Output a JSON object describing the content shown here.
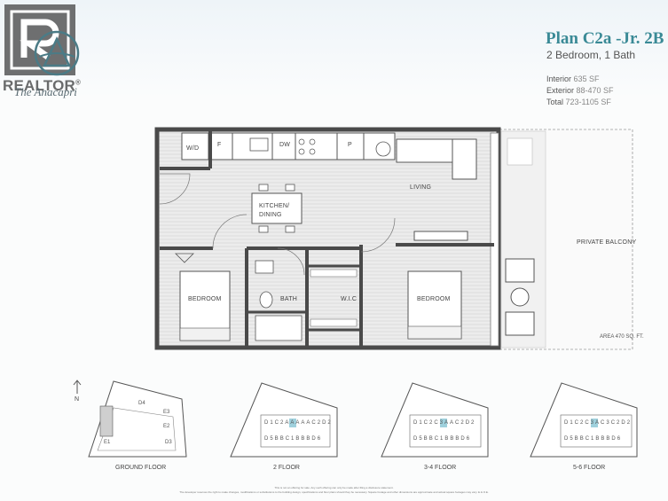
{
  "branding": {
    "realtor": "REALTOR",
    "realtor_mark": "®",
    "project_name": "The Anacapri"
  },
  "plan": {
    "title": "Plan C2a -Jr. 2B",
    "subtitle": "2 Bedroom, 1 Bath",
    "specs": [
      {
        "label": "Interior",
        "value": "635 SF"
      },
      {
        "label": "Exterior",
        "value": "88-470 SF"
      },
      {
        "label": "Total",
        "value": "723-1105 SF"
      }
    ]
  },
  "rooms": {
    "wd": "W/D",
    "fridge": "F",
    "dishwasher": "DW",
    "pantry": "P",
    "kitchen": "KITCHEN/\nDINING",
    "living": "LIVING",
    "bedroom1": "BEDROOM",
    "bath": "BATH",
    "wic": "W.I.C",
    "bedroom2": "BEDROOM",
    "balcony": "PRIVATE BALCONY",
    "balcony_area": "AREA 470 SQ. FT."
  },
  "keyplans": {
    "north": "N",
    "floors": [
      "GROUND FLOOR",
      "2 FLOOR",
      "3-4 FLOOR",
      "5-6 FLOOR"
    ],
    "ground_units": [
      "D4",
      "E3",
      "E1",
      "D3",
      "E2"
    ],
    "floor2_top": [
      "D1",
      "C2",
      "A",
      "A",
      "A",
      "A",
      "A",
      "C2",
      "D2"
    ],
    "floor2_bottom": [
      "D5",
      "B",
      "B",
      "C1",
      "B",
      "B",
      "B",
      "D6"
    ],
    "floor34_top": [
      "D1",
      "C2",
      "C3",
      "A",
      "A",
      "C2",
      "D2"
    ],
    "floor34_bottom": [
      "D5",
      "B",
      "B",
      "C1",
      "B",
      "B",
      "B",
      "D6"
    ],
    "floor56_top": [
      "D1",
      "C2",
      "C3",
      "A",
      "C3",
      "C2",
      "D2"
    ],
    "floor56_bottom": [
      "D5",
      "B",
      "B",
      "C1",
      "B",
      "B",
      "B",
      "D6"
    ]
  },
  "disclaimer": [
    "This is not an offering for sale. Any such offering can only be made after filing a disclosure statement.",
    "The developer reserves the right to make changes, modifications or substitutions to the building design, specifications and floor plans should they be necessary. Square footage and other dimensions are approximate and actual square footages may vary. E.& O.E."
  ],
  "colors": {
    "accent": "#3a8a96",
    "wall": "#4a4a4a",
    "floor": "#d8d8d8",
    "highlight": "#9fd0dc"
  }
}
